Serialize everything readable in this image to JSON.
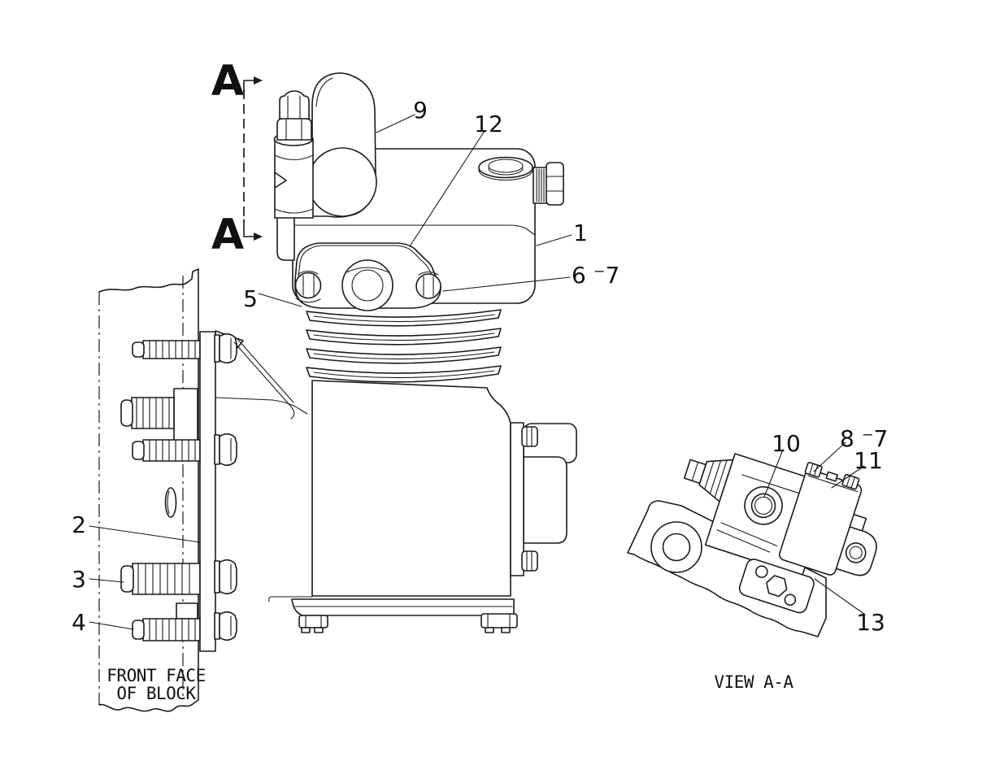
{
  "colors": {
    "background": "#ffffff",
    "line": "#1a1a1a",
    "text": "#111111"
  },
  "section_markers": {
    "top": "A",
    "bottom": "A"
  },
  "callouts_main_view": {
    "c1": "1",
    "c2": "2",
    "c3": "3",
    "c4": "4",
    "c5": "5",
    "c6_7": "6 ⁻7",
    "c9": "9",
    "c12": "12"
  },
  "callouts_view_aa": {
    "c8_7": "8 ⁻7",
    "c10": "10",
    "c11": "11",
    "c13": "13"
  },
  "captions": {
    "front_face_line1": "FRONT FACE",
    "front_face_line2": "OF BLOCK",
    "view_aa": "VIEW A-A"
  }
}
